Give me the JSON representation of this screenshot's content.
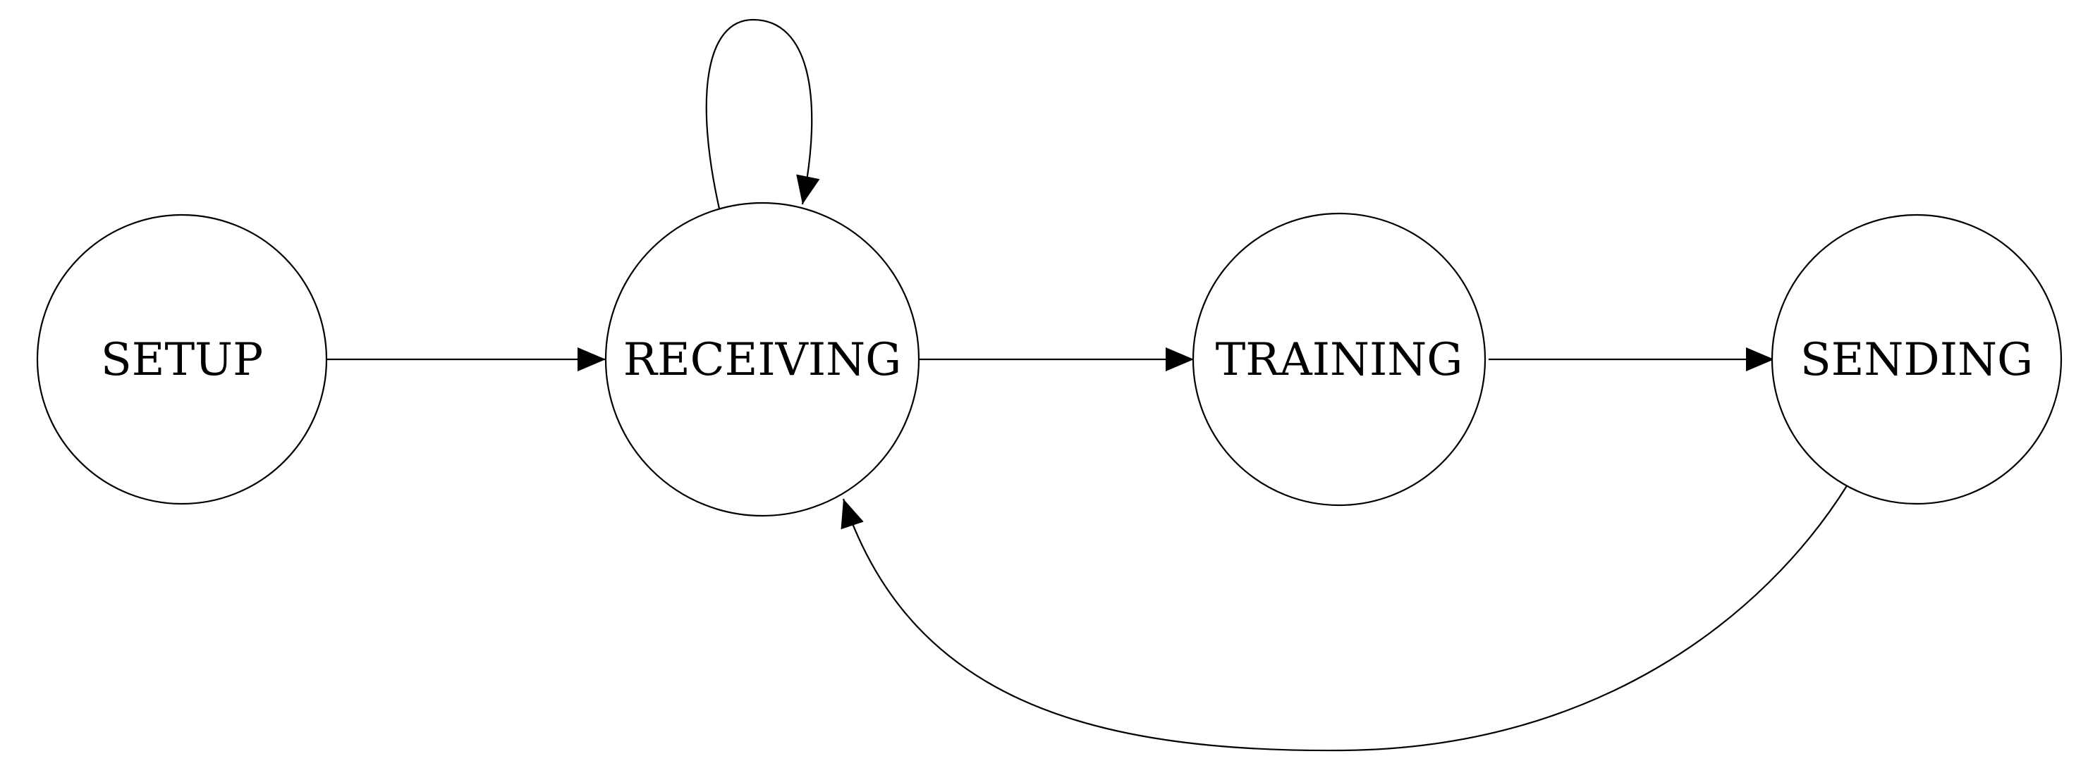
{
  "states": [
    {
      "id": "setup",
      "label": "SETUP"
    },
    {
      "id": "receiving",
      "label": "RECEIVING"
    },
    {
      "id": "training",
      "label": "TRAINING"
    },
    {
      "id": "sending",
      "label": "SENDING"
    }
  ],
  "transitions": [
    {
      "from": "setup",
      "to": "receiving"
    },
    {
      "from": "receiving",
      "to": "receiving"
    },
    {
      "from": "receiving",
      "to": "training"
    },
    {
      "from": "training",
      "to": "sending"
    },
    {
      "from": "sending",
      "to": "receiving"
    }
  ],
  "colors": {
    "stroke": "#000000",
    "background": "#ffffff"
  }
}
